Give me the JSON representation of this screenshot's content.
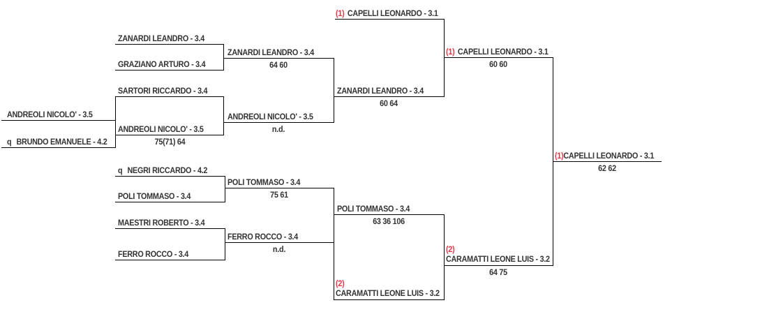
{
  "colors": {
    "line": "#000000",
    "player_name": "#333333",
    "seed_number": "#e73744",
    "background": "#ffffff"
  },
  "slots": {
    "r1_andreoli": {
      "name": "ANDREOLI NICOLO' - 3.5"
    },
    "r1_brundo": {
      "prefix": "q",
      "name": "BRUNDO EMANUELE - 4.2"
    },
    "r2_zanardi": {
      "name": "ZANARDI LEANDRO - 3.4"
    },
    "r2_graziano": {
      "name": "GRAZIANO ARTURO - 3.4"
    },
    "r2_sartori": {
      "name": "SARTORI RICCARDO - 3.4"
    },
    "r2_andreoli": {
      "name": "ANDREOLI NICOLO' - 3.5",
      "score": "75(71) 64"
    },
    "r2_negri": {
      "prefix": "q",
      "name": "NEGRI RICCARDO - 4.2"
    },
    "r2_poli": {
      "name": "POLI TOMMASO - 3.4"
    },
    "r2_maestri": {
      "name": "MAESTRI ROBERTO - 3.4"
    },
    "r2_ferro": {
      "name": "FERRO ROCCO - 3.4"
    },
    "qf_zanardi": {
      "name": "ZANARDI LEANDRO - 3.4",
      "score": "64 60"
    },
    "qf_andreoli": {
      "name": "ANDREOLI NICOLO' - 3.5",
      "score": "n.d."
    },
    "qf_poli": {
      "name": "POLI TOMMASO - 3.4",
      "score": "75 61"
    },
    "qf_ferro": {
      "name": "FERRO ROCCO - 3.4",
      "score": "n.d."
    },
    "sf_capelli_bye": {
      "seed": "(1)",
      "name": "CAPELLI LEONARDO - 3.1"
    },
    "sf_zanardi": {
      "name": "ZANARDI LEANDRO - 3.4",
      "score": "60 64"
    },
    "sf_poli": {
      "name": "POLI TOMMASO - 3.4",
      "score": "63 36 106"
    },
    "sf_caramatti_bye": {
      "seed": "(2)",
      "name": "CARAMATTI LEONE LUIS - 3.2"
    },
    "final_capelli": {
      "seed": "(1)",
      "name": "CAPELLI LEONARDO - 3.1",
      "score": "60 60"
    },
    "final_caramatti": {
      "seed": "(2)",
      "name": "CARAMATTI LEONE LUIS - 3.2",
      "score": "64 75"
    },
    "champion_capelli": {
      "seed": "(1)",
      "name": "CAPELLI LEONARDO - 3.1",
      "score": "62 62"
    }
  }
}
